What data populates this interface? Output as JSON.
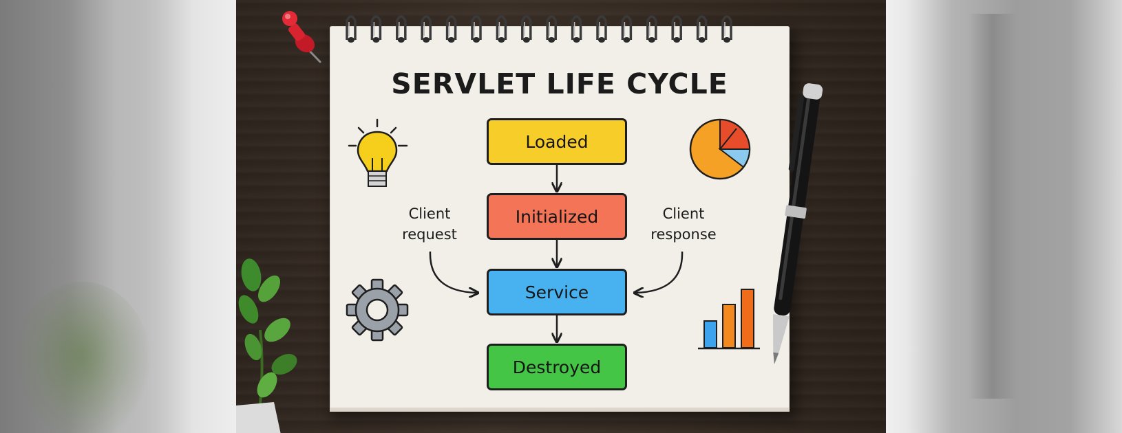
{
  "diagram": {
    "title": "SERVLET LIFE CYCLE",
    "stages": [
      {
        "label": "Loaded",
        "color": "#f7cd2a"
      },
      {
        "label": "Initialized",
        "color": "#f37457"
      },
      {
        "label": "Service",
        "color": "#48b2f0"
      },
      {
        "label": "Destroyed",
        "color": "#45c545"
      }
    ],
    "client_request": {
      "line1": "Client",
      "line2": "request"
    },
    "client_response": {
      "line1": "Client",
      "line2": "response"
    }
  },
  "icons": [
    "lightbulb-icon",
    "pie-chart-icon",
    "gear-icon",
    "bar-chart-icon"
  ],
  "scene": [
    "push-pin",
    "pen",
    "plant",
    "spiral-binding"
  ]
}
